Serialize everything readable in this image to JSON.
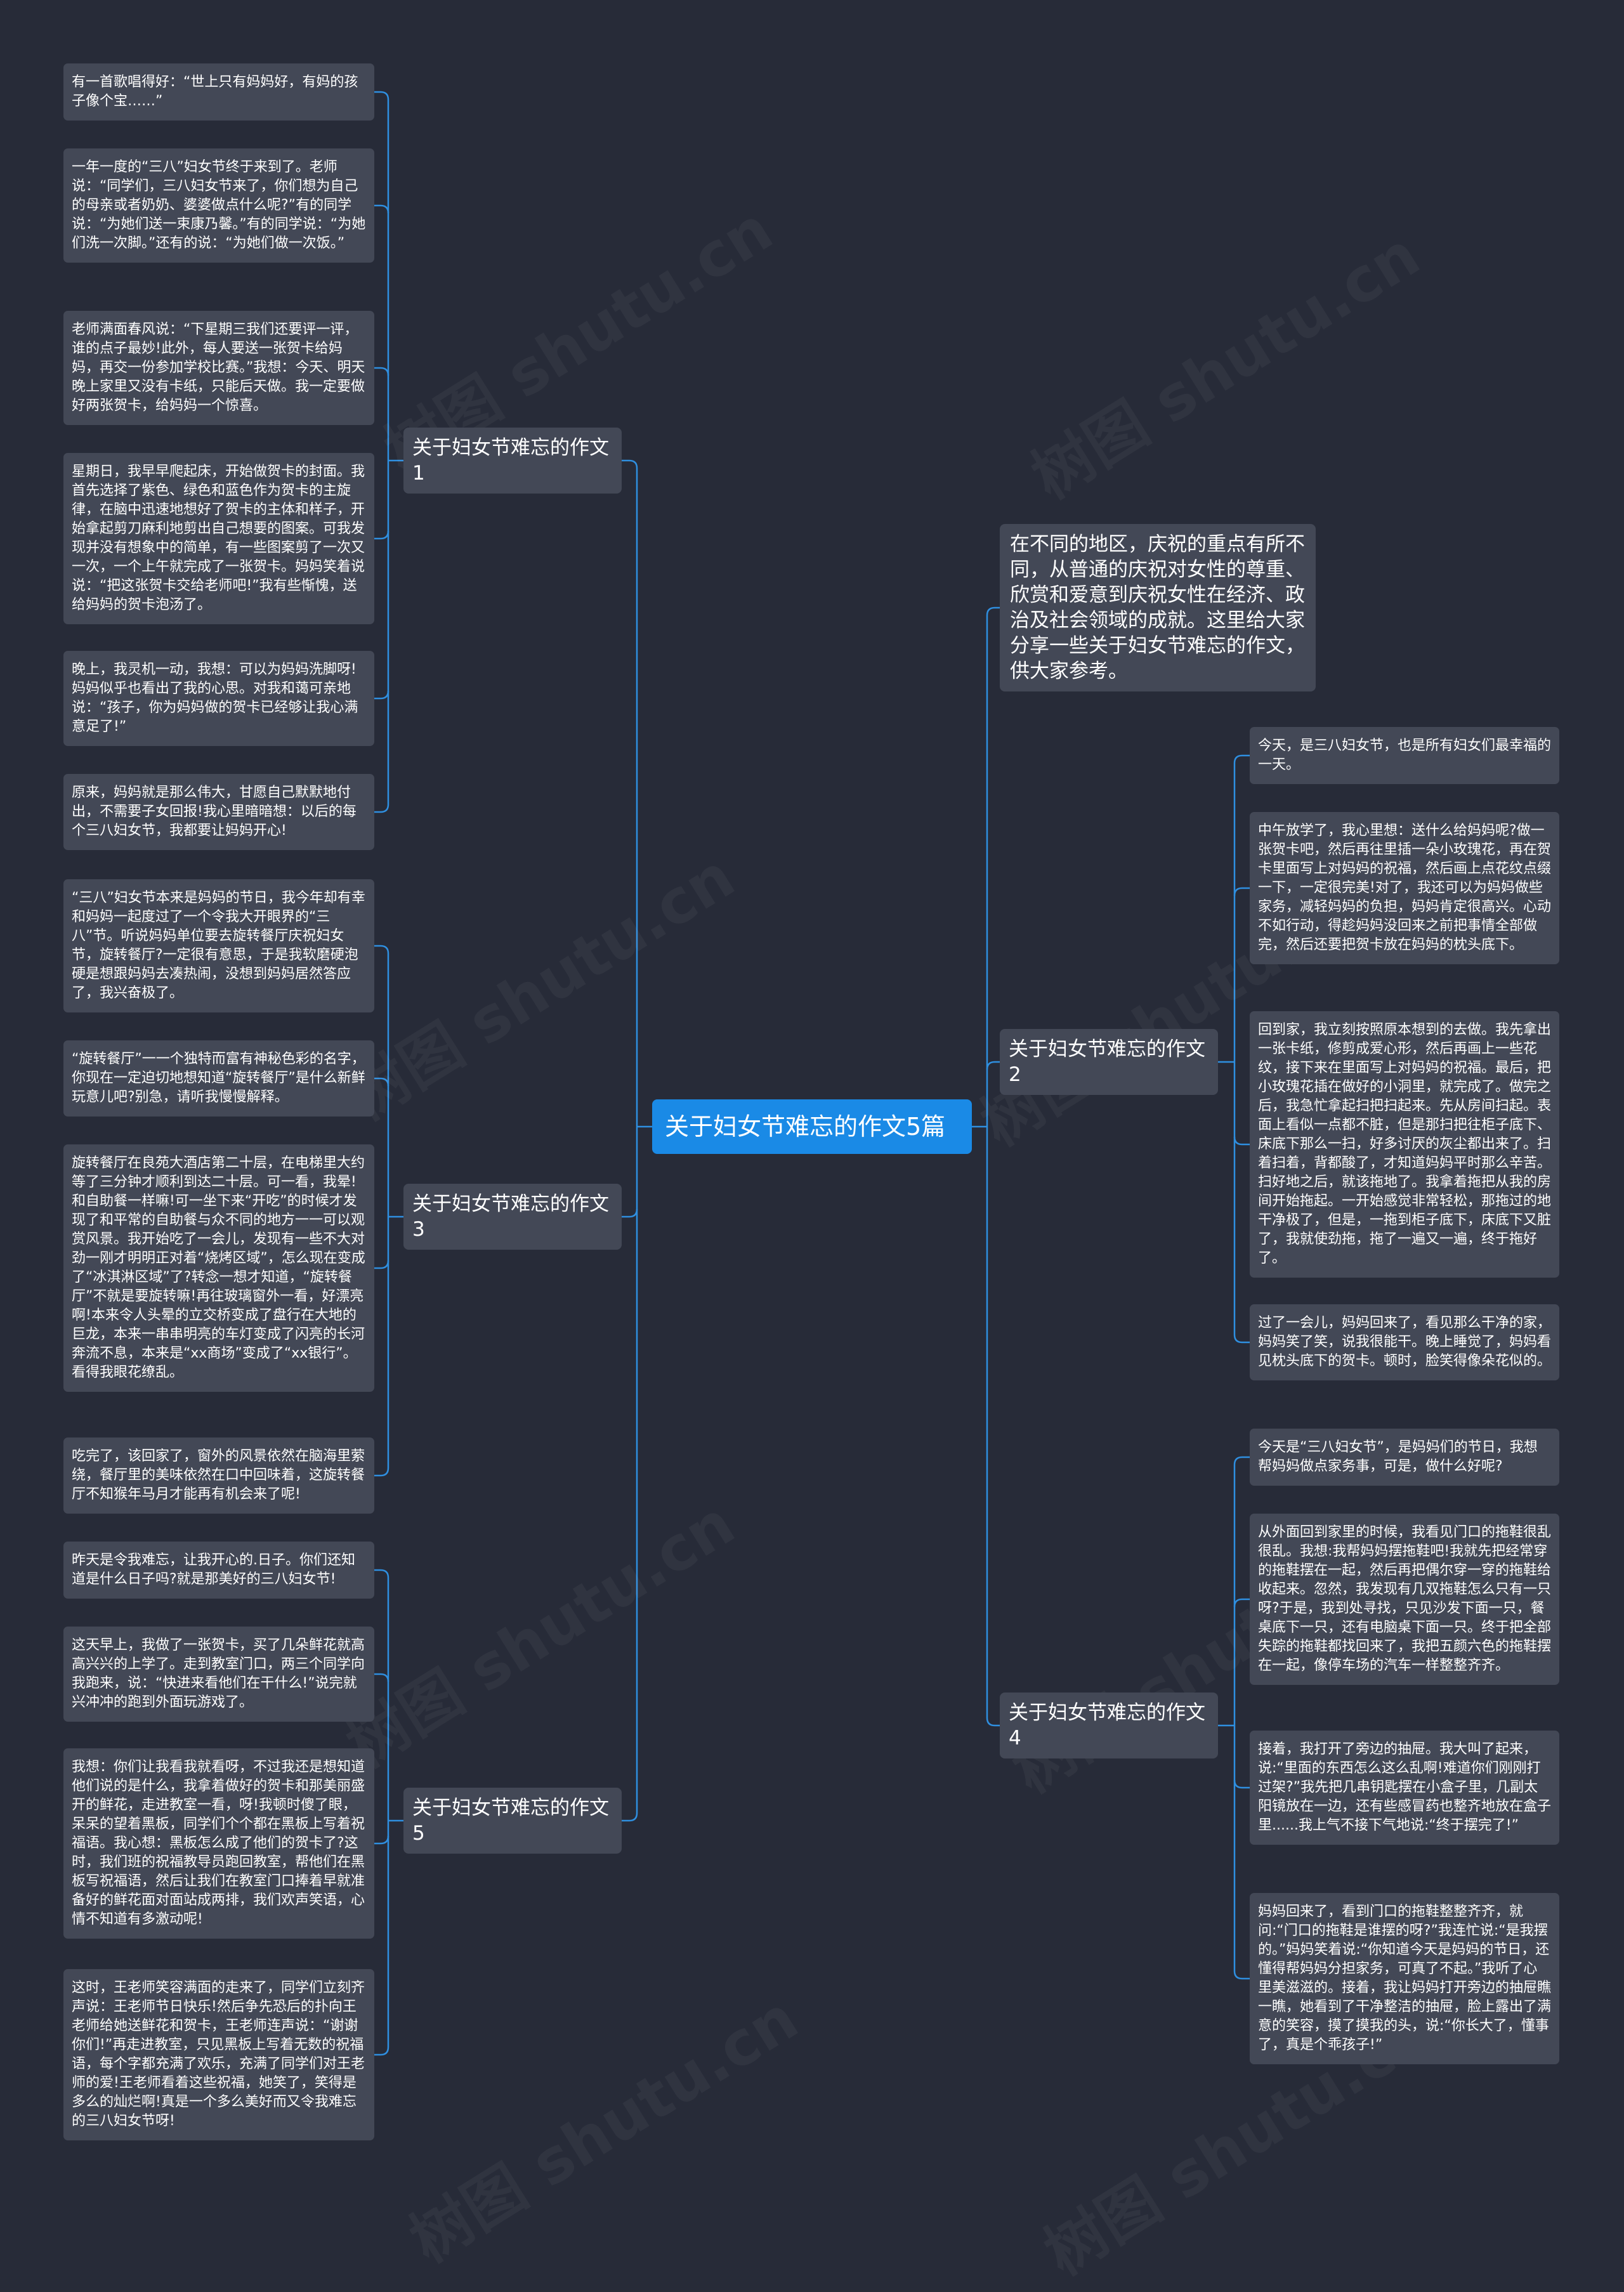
{
  "root": {
    "label": "关于妇女节难忘的作文5篇",
    "color": "#1a8ae6"
  },
  "line_color": "#2f8fe0",
  "intro": "在不同的地区，庆祝的重点有所不同，从普通的庆祝对女性的尊重、欣赏和爱意到庆祝女性在经济、政治及社会领域的成就。这里给大家分享一些关于妇女节难忘的作文，供大家参考。",
  "branches": [
    {
      "label": "关于妇女节难忘的作文1",
      "leaves": [
        "有一首歌唱得好：“世上只有妈妈好，有妈的孩子像个宝……”",
        "一年一度的“三八”妇女节终于来到了。老师说：“同学们，三八妇女节来了，你们想为自己的母亲或者奶奶、婆婆做点什么呢?”有的同学说：“为她们送一束康乃馨。”有的同学说：“为她们洗一次脚。”还有的说：“为她们做一次饭。”",
        "老师满面春风说：“下星期三我们还要评一评，谁的点子最妙!此外，每人要送一张贺卡给妈妈，再交一份参加学校比赛。”我想：今天、明天晚上家里又没有卡纸，只能后天做。我一定要做好两张贺卡，给妈妈一个惊喜。",
        "星期日，我早早爬起床，开始做贺卡的封面。我首先选择了紫色、绿色和蓝色作为贺卡的主旋律，在脑中迅速地想好了贺卡的主体和样子，开始拿起剪刀麻利地剪出自己想要的图案。可我发现并没有想象中的简单，有一些图案剪了一次又一次，一个上午就完成了一张贺卡。妈妈笑着说说：“把这张贺卡交给老师吧!”我有些惭愧，送给妈妈的贺卡泡汤了。",
        "晚上，我灵机一动，我想：可以为妈妈洗脚呀!妈妈似乎也看出了我的心思。对我和蔼可亲地说：“孩子，你为妈妈做的贺卡已经够让我心满意足了!”",
        "原来，妈妈就是那么伟大，甘愿自己默默地付出，不需要子女回报!我心里暗暗想：以后的每个三八妇女节，我都要让妈妈开心!"
      ]
    },
    {
      "label": "关于妇女节难忘的作文3",
      "leaves": [
        "“三八”妇女节本来是妈妈的节日，我今年却有幸和妈妈一起度过了一个令我大开眼界的“三八”节。听说妈妈单位要去旋转餐厅庆祝妇女节，旋转餐厅?一定很有意思，于是我软磨硬泡硬是想跟妈妈去凑热闹，没想到妈妈居然答应了，我兴奋极了。",
        "“旋转餐厅”一一个独特而富有神秘色彩的名字，你现在一定迫切地想知道“旋转餐厅”是什么新鲜玩意儿吧?别急，请听我慢慢解释。",
        "旋转餐厅在良苑大酒店第二十层，在电梯里大约等了三分钟才顺利到达二十层。可一看，我晕!和自助餐一样嘛!可一坐下来“开吃”的时候才发现了和平常的自助餐与众不同的地方一一可以观赏风景。我开始吃了一会儿，发现有一些不大对劲一刚才明明正对着“烧烤区域”，怎么现在变成了“冰淇淋区域”了?转念一想才知道，“旋转餐厅”不就是要旋转嘛!再往玻璃窗外一看，好漂亮啊!本来令人头晕的立交桥变成了盘行在大地的巨龙，本来一串串明亮的车灯变成了闪亮的长河奔流不息，本来是“xx商场”变成了“xx银行”。看得我眼花缭乱。",
        "吃完了，该回家了，窗外的风景依然在脑海里萦绕，餐厅里的美味依然在口中回味着，这旋转餐厅不知猴年马月才能再有机会来了呢!"
      ]
    },
    {
      "label": "关于妇女节难忘的作文5",
      "leaves": [
        "昨天是令我难忘，让我开心的.日子。你们还知道是什么日子吗?就是那美好的三八妇女节!",
        "这天早上，我做了一张贺卡，买了几朵鲜花就高高兴兴的上学了。走到教室门口，两三个同学向我跑来，说：“快进来看他们在干什么!”说完就兴冲冲的跑到外面玩游戏了。",
        "我想：你们让我看我就看呀，不过我还是想知道他们说的是什么，我拿着做好的贺卡和那美丽盛开的鲜花，走进教室一看，呀!我顿时傻了眼，呆呆的望着黑板，同学们个个都在黑板上写着祝福语。我心想：黑板怎么成了他们的贺卡了?这时，我们班的祝福教导员跑回教室，帮他们在黑板写祝福语，然后让我们在教室门口捧着早就准备好的鲜花面对面站成两排，我们欢声笑语，心情不知道有多激动呢!",
        "这时，王老师笑容满面的走来了，同学们立刻齐声说：王老师节日快乐!然后争先恐后的扑向王老师给她送鲜花和贺卡，王老师连声说：“谢谢你们!”再走进教室，只见黑板上写着无数的祝福语，每个字都充满了欢乐，充满了同学们对王老师的爱!王老师看着这些祝福，她笑了，笑得是多么的灿烂啊!真是一个多么美好而又令我难忘的三八妇女节呀!"
      ]
    },
    {
      "label": "关于妇女节难忘的作文2",
      "leaves": [
        "今天，是三八妇女节，也是所有妇女们最幸福的一天。",
        "中午放学了，我心里想：送什么给妈妈呢?做一张贺卡吧，然后再往里插一朵小玫瑰花，再在贺卡里面写上对妈妈的祝福，然后画上点花纹点缀一下，一定很完美!对了，我还可以为妈妈做些家务，减轻妈妈的负担，妈妈肯定很高兴。心动不如行动，得趁妈妈没回来之前把事情全部做完，然后还要把贺卡放在妈妈的枕头底下。",
        "回到家，我立刻按照原本想到的去做。我先拿出一张卡纸，修剪成爱心形，然后再画上一些花纹，接下来在里面写上对妈妈的祝福。最后，把小玫瑰花插在做好的小洞里，就完成了。做完之后，我急忙拿起扫把扫起来。先从房间扫起。表面上看似一点都不脏，但是那扫把往柜子底下、床底下那么一扫，好多讨厌的灰尘都出来了。扫着扫着，背都酸了，才知道妈妈平时那么辛苦。扫好地之后，就该拖地了。我拿着拖把从我的房间开始拖起。一开始感觉非常轻松，那拖过的地干净极了，但是，一拖到柜子底下，床底下又脏了，我就使劲拖，拖了一遍又一遍，终于拖好了。",
        "过了一会儿，妈妈回来了，看见那么干净的家，妈妈笑了笑，说我很能干。晚上睡觉了，妈妈看见枕头底下的贺卡。顿时，脸笑得像朵花似的。"
      ]
    },
    {
      "label": "关于妇女节难忘的作文4",
      "leaves": [
        "今天是“三八妇女节”，是妈妈们的节日，我想帮妈妈做点家务事，可是，做什么好呢?",
        "从外面回到家里的时候，我看见门口的拖鞋很乱很乱。我想:我帮妈妈摆拖鞋吧!我就先把经常穿的拖鞋摆在一起，然后再把偶尔穿一穿的拖鞋给收起来。忽然，我发现有几双拖鞋怎么只有一只呀?于是，我到处寻找，只见沙发下面一只，餐桌底下一只，还有电脑桌下面一只。终于把全部失踪的拖鞋都找回来了，我把五颜六色的拖鞋摆在一起，像停车场的汽车一样整整齐齐。",
        "接着，我打开了旁边的抽屉。我大叫了起来，说:“里面的东西怎么这么乱啊!难道你们刚刚打过架?”我先把几串钥匙摆在小盒子里，几副太阳镜放在一边，还有些感冒药也整齐地放在盒子里......我上气不接下气地说:“终于摆完了!”",
        "妈妈回来了，看到门口的拖鞋整整齐齐，就问:“门口的拖鞋是谁摆的呀?”我连忙说:“是我摆的。”妈妈笑着说:“你知道今天是妈妈的节日，还懂得帮妈妈分担家务，可真了不起。”我听了心里美滋滋的。接着，我让妈妈打开旁边的抽屉瞧一瞧，她看到了干净整洁的抽屉，脸上露出了满意的笑容，摸了摸我的头，说:“你长大了，懂事了，真是个乖孩子!”"
      ]
    }
  ]
}
